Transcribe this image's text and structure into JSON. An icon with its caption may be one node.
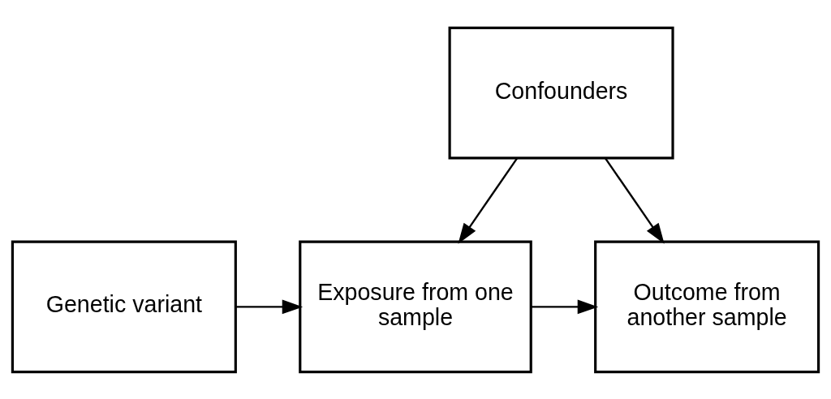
{
  "diagram": {
    "nodes": [
      {
        "text": [
          "Confounders"
        ]
      },
      {
        "text": [
          "Genetic variant"
        ]
      },
      {
        "text": [
          "Exposure from one sample"
        ]
      },
      {
        "text": [
          "Outcome from another sample"
        ]
      }
    ],
    "edges": [
      {
        "from": 0,
        "to": 2,
        "arrow": "to"
      },
      {
        "from": 0,
        "to": 3,
        "arrow": "to"
      },
      {
        "from": 1,
        "to": 2,
        "arrow": "to"
      },
      {
        "from": 2,
        "to": 3,
        "arrow": "to"
      }
    ]
  }
}
